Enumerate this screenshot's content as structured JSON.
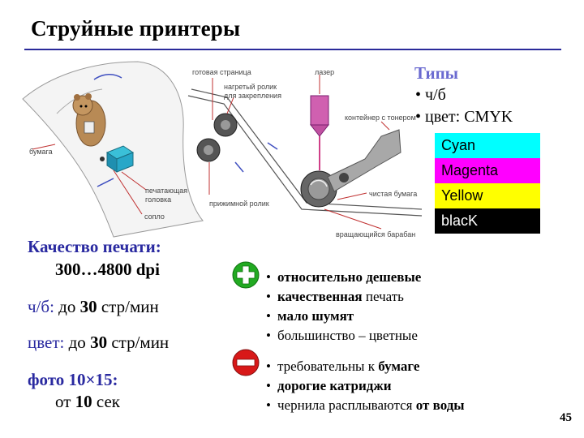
{
  "slide": {
    "title": "Струйные принтеры",
    "page_number": "45"
  },
  "types": {
    "title": "Типы",
    "items": [
      "• ч/б",
      "• цвет: CMYK"
    ],
    "cmyk": [
      {
        "label": "Cyan",
        "color": "#00ffff",
        "text_color": "#000000"
      },
      {
        "label": "Magenta",
        "color": "#ff00ff",
        "text_color": "#000000"
      },
      {
        "label": "Yellow",
        "color": "#ffff00",
        "text_color": "#000000"
      },
      {
        "label": "blacK",
        "color": "#000000",
        "text_color": "#ffffff"
      }
    ]
  },
  "diagram": {
    "labels": {
      "paper": "бумага",
      "print_head_1": "печатающая",
      "print_head_2": "головка",
      "nozzle": "сопло",
      "finished_page": "готовая страница",
      "heated_roller_1": "нагретый ролик",
      "heated_roller_2": "для закрепления",
      "laser": "лазер",
      "toner_container": "контейнер с тонером",
      "clean_paper": "чистая бумага",
      "pressure_roller": "прижимной ролик",
      "rotating_drum": "вращающийся барабан"
    }
  },
  "specs": {
    "quality_title": "Качество печати:",
    "quality_value": "300…4800 dpi",
    "bw_label": "ч/б:",
    "bw_pre": "до",
    "bw_num": "30",
    "bw_unit": "стр/мин",
    "color_label": "цвет:",
    "color_pre": "до",
    "color_num": "30",
    "color_unit": "стр/мин",
    "photo_title": "фото 10×15:",
    "photo_pre": "от",
    "photo_num": "10",
    "photo_unit": "сек"
  },
  "pros": {
    "icon_color": "#22aa22",
    "items": [
      {
        "b": "относительно дешевые",
        "r": ""
      },
      {
        "b": "качественная",
        "r": " печать"
      },
      {
        "b": "мало шумят",
        "r": ""
      },
      {
        "b": "большинство – цветные",
        "r": ""
      }
    ]
  },
  "cons": {
    "icon_color": "#d81818",
    "items": [
      {
        "r": "требовательны к ",
        "b": "бумаге"
      },
      {
        "b": "дорогие катриджи",
        "r": ""
      },
      {
        "r": "чернила расплываются ",
        "b": "от воды"
      }
    ]
  }
}
